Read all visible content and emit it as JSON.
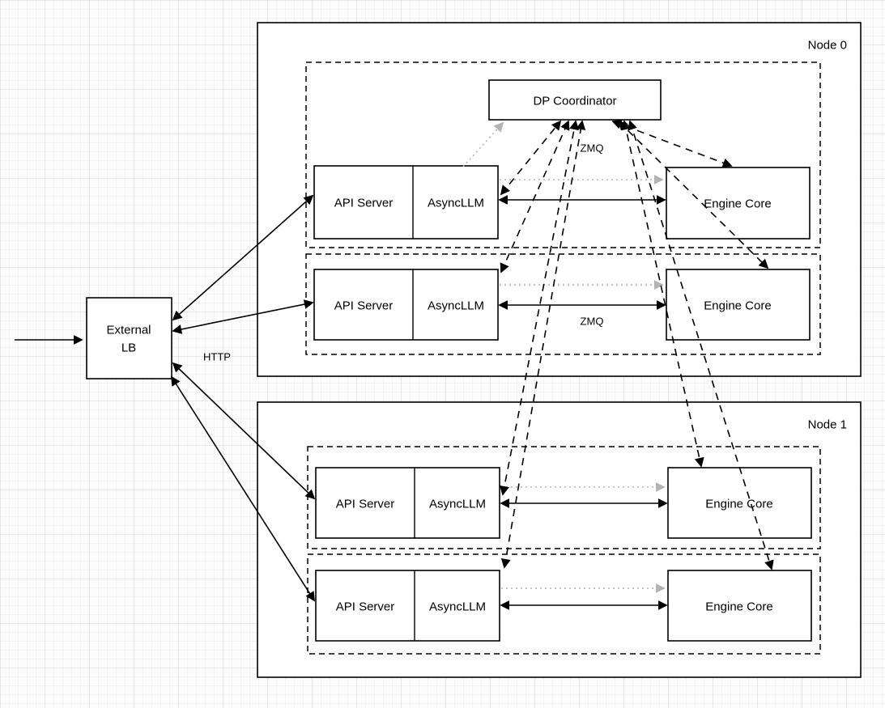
{
  "diagram": {
    "external_lb": {
      "line1": "External",
      "line2": "LB"
    },
    "coordinator": {
      "label": "DP Coordinator"
    },
    "labels": {
      "http": "HTTP",
      "zmq_coordinator": "ZMQ",
      "zmq_engine": "ZMQ"
    },
    "nodes": [
      {
        "title": "Node 0",
        "rows": [
          {
            "api_server": "API Server",
            "asyncllm": "AsyncLLM",
            "engine_core": "Engine Core"
          },
          {
            "api_server": "API Server",
            "asyncllm": "AsyncLLM",
            "engine_core": "Engine Core"
          }
        ]
      },
      {
        "title": "Node 1",
        "rows": [
          {
            "api_server": "API Server",
            "asyncllm": "AsyncLLM",
            "engine_core": "Engine Core"
          },
          {
            "api_server": "API Server",
            "asyncllm": "AsyncLLM",
            "engine_core": "Engine Core"
          }
        ]
      }
    ],
    "colors": {
      "line": "#000000",
      "handshake": "#b3b3b3",
      "box_fill": "#ffffff"
    }
  }
}
